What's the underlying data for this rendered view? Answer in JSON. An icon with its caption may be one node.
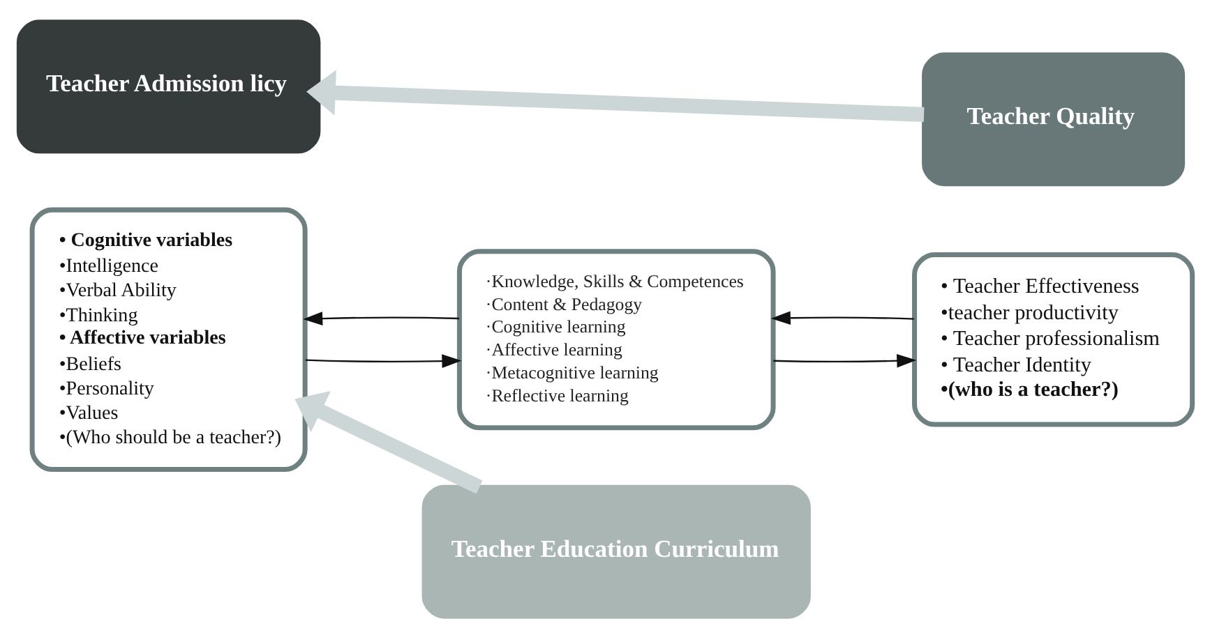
{
  "diagram": {
    "nodes": [
      {
        "text": [
          "• Cognitive variables",
          "•Intelligence",
          "•Verbal Ability",
          "•Thinking",
          "• Affective variables",
          "•Beliefs",
          "•Personality",
          "•Values",
          "•(Who should be a teacher?)"
        ]
      },
      {
        "text": [
          "Teacher Education Curriculum"
        ]
      },
      {
        "text": [
          "·Knowledge, Skills & Competences",
          "·Content & Pedagogy",
          "·Cognitive learning",
          "·Affective learning",
          "·Metacognitive learning",
          "·Reflective learning"
        ]
      },
      {
        "text": [
          "• Teacher Effectiveness",
          "•teacher productivity",
          "• Teacher professionalism",
          "• Teacher Identity",
          "•(who is a teacher?)"
        ]
      },
      {
        "text": [
          "Teacher Admission licy"
        ]
      },
      {
        "text": [
          "Teacher Quality"
        ]
      }
    ],
    "edges": [
      {
        "from": 1,
        "to": 0,
        "arrow": "to",
        "style": "thick",
        "color": "#cdd6d6"
      },
      {
        "from": 0,
        "to": 2,
        "arrow": "to"
      },
      {
        "from": 2,
        "to": 0,
        "arrow": "to"
      },
      {
        "from": 2,
        "to": 3,
        "arrow": "to"
      },
      {
        "from": 3,
        "to": 2,
        "arrow": "to"
      },
      {
        "from": 5,
        "to": 4,
        "arrow": "to",
        "style": "thick",
        "color": "#cdd6d6"
      }
    ]
  }
}
